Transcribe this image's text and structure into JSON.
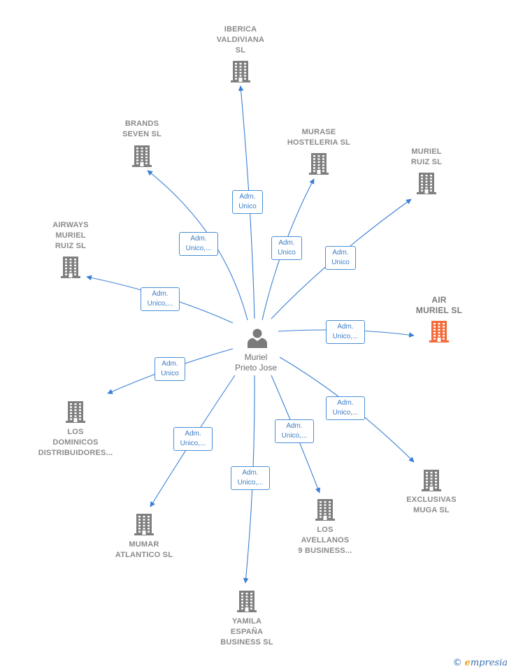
{
  "center": {
    "name": "Muriel\nPrieto Jose",
    "icon": "person-icon"
  },
  "colors": {
    "edge": "#3a7fd5",
    "building": "#7f7f7f",
    "highlight": "#f26b3a",
    "label": "#8a8a8a"
  },
  "companies": [
    {
      "id": "iberica-valdiviana",
      "label": "IBERICA\nVALDIVIANA\nSL",
      "role": "Adm.\nUnico",
      "highlight": false
    },
    {
      "id": "brands-seven",
      "label": "BRANDS\nSEVEN  SL",
      "role": "Adm.\nUnico,...",
      "highlight": false
    },
    {
      "id": "murase-hosteleria",
      "label": "MURASE\nHOSTELERIA SL",
      "role": "Adm.\nUnico",
      "highlight": false
    },
    {
      "id": "muriel-ruiz",
      "label": "MURIEL\nRUIZ SL",
      "role": "Adm.\nUnico",
      "highlight": false
    },
    {
      "id": "airways-muriel-ruiz",
      "label": "AIRWAYS\nMURIEL\nRUIZ  SL",
      "role": "Adm.\nUnico,...",
      "highlight": false
    },
    {
      "id": "air-muriel",
      "label": "AIR\nMURIEL  SL",
      "role": "Adm.\nUnico,...",
      "highlight": true
    },
    {
      "id": "los-dominicos",
      "label": "LOS\nDOMINICOS\nDISTRIBUIDORES...",
      "role": "Adm.\nUnico",
      "highlight": false
    },
    {
      "id": "exclusivas-muga",
      "label": "EXCLUSIVAS\nMUGA SL",
      "role": "Adm.\nUnico,...",
      "highlight": false
    },
    {
      "id": "mumar-atlantico",
      "label": "MUMAR\nATLANTICO  SL",
      "role": "Adm.\nUnico,...",
      "highlight": false
    },
    {
      "id": "los-avellanos",
      "label": "LOS\nAVELLANOS\n9 BUSINESS...",
      "role": "Adm.\nUnico,...",
      "highlight": false
    },
    {
      "id": "yamila-espana",
      "label": "YAMILA\nESPAÑA\nBUSINESS  SL",
      "role": "Adm.\nUnico,...",
      "highlight": false
    }
  ],
  "footer": {
    "copyright": "©",
    "brand_initial": "e",
    "brand_rest": "mpresia"
  }
}
